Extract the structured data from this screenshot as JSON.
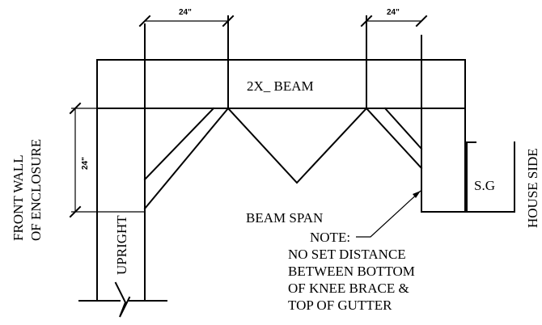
{
  "labels": {
    "beam": "2X_ BEAM",
    "beam_span": "BEAM SPAN",
    "upright": "UPRIGHT",
    "sg": "S.G",
    "house_side": "HOUSE SIDE",
    "front_wall_line1": "FRONT WALL",
    "front_wall_line2": "OF ENCLOSURE",
    "dim_top_left": "24\"",
    "dim_top_right": "24\"",
    "dim_vertical": "24\"",
    "note_title": "NOTE:",
    "note_lines": [
      "NO SET DISTANCE",
      "BETWEEN BOTTOM",
      "OF KNEE BRACE &",
      "TOP OF GUTTER"
    ]
  }
}
